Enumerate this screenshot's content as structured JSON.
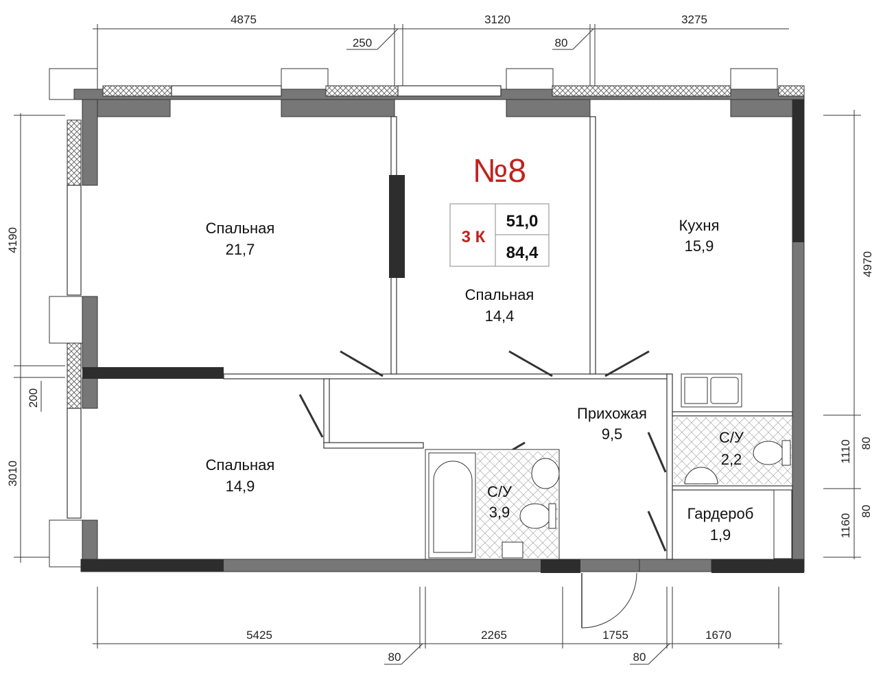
{
  "apartment": {
    "number": "№8",
    "rooms_label": "3 К",
    "living_area": "51,0",
    "total_area": "84,4",
    "accent_color": "#c0221f"
  },
  "rooms": [
    {
      "name": "Спальная",
      "area": "21,7"
    },
    {
      "name": "Спальная",
      "area": "14,4"
    },
    {
      "name": "Кухня",
      "area": "15,9"
    },
    {
      "name": "Спальная",
      "area": "14,9"
    },
    {
      "name": "Прихожая",
      "area": "9,5"
    },
    {
      "name": "С/У",
      "area": "3,9"
    },
    {
      "name": "С/У",
      "area": "2,2"
    },
    {
      "name": "Гардероб",
      "area": "1,9"
    }
  ],
  "dimensions": {
    "top": [
      "4875",
      "3120",
      "3275",
      "250",
      "80"
    ],
    "left": [
      "4190",
      "200",
      "3010"
    ],
    "right": [
      "4970",
      "1110",
      "80",
      "1160",
      "80"
    ],
    "bottom": [
      "5425",
      "2265",
      "1755",
      "1670",
      "80",
      "80"
    ]
  }
}
